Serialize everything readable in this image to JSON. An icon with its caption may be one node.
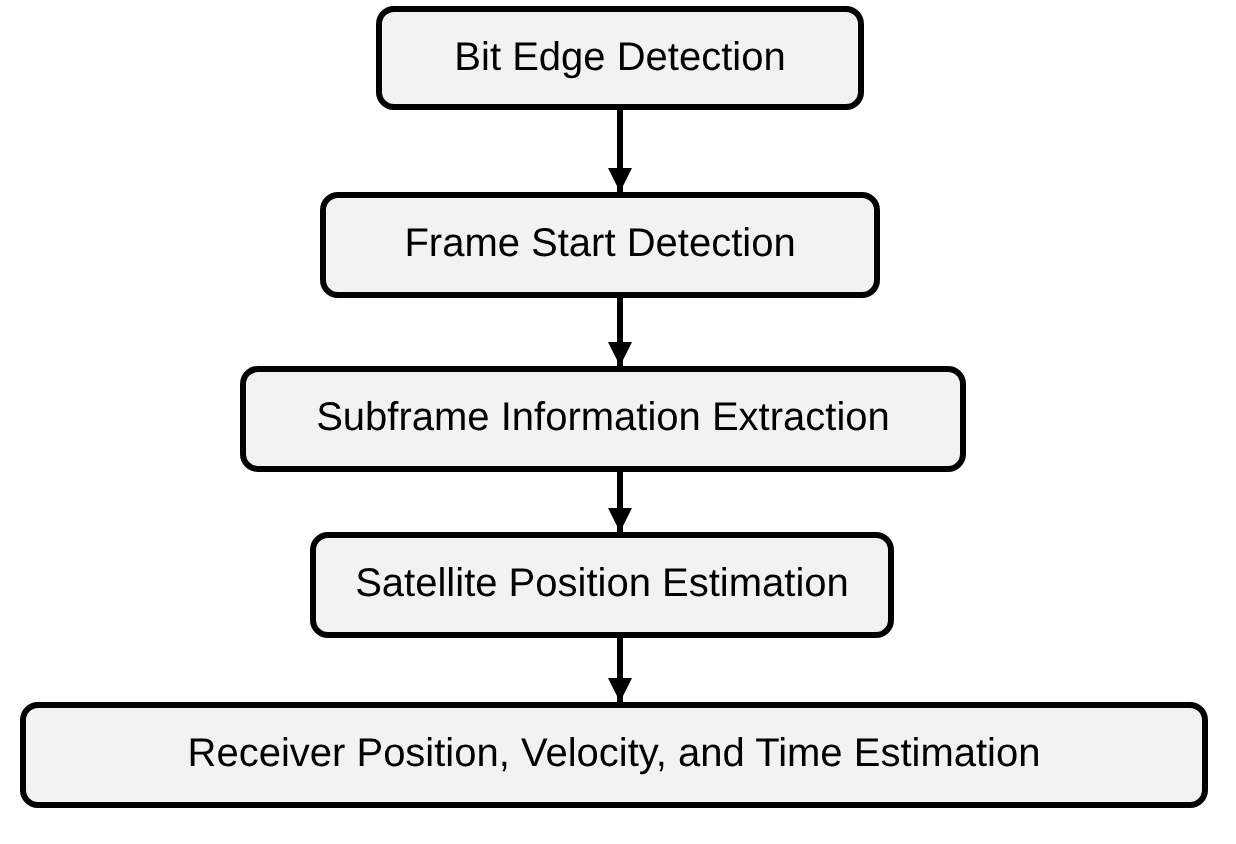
{
  "diagram": {
    "nodes": [
      {
        "text": [
          "Bit Edge Detection"
        ]
      },
      {
        "text": [
          "Frame Start Detection"
        ]
      },
      {
        "text": [
          "Subframe Information Extraction"
        ]
      },
      {
        "text": [
          "Satellite Position Estimation"
        ]
      },
      {
        "text": [
          "Receiver Position, Velocity, and Time Estimation"
        ]
      }
    ],
    "edges": [
      {
        "from": 0,
        "to": 1,
        "arrow": "to"
      },
      {
        "from": 1,
        "to": 2,
        "arrow": "to"
      },
      {
        "from": 2,
        "to": 3,
        "arrow": "to"
      },
      {
        "from": 3,
        "to": 4,
        "arrow": "to"
      }
    ]
  }
}
